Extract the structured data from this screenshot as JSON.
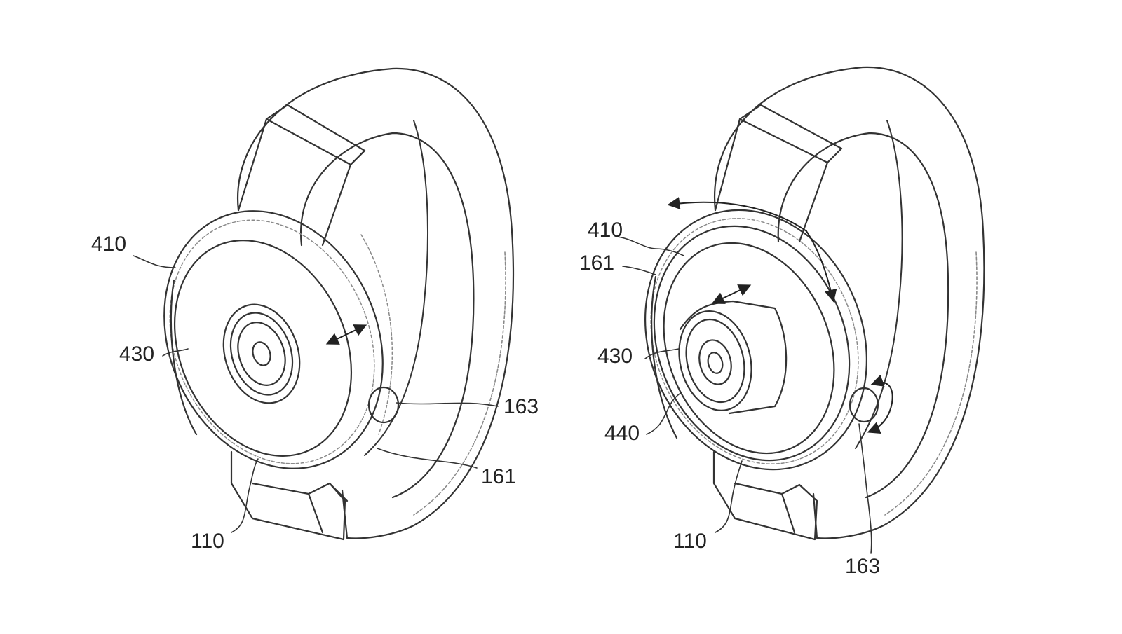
{
  "figure": {
    "left_watch": {
      "labels": {
        "bezel": "410",
        "display": "430",
        "button": "163",
        "housing": "161",
        "body": "110"
      }
    },
    "right_watch": {
      "labels": {
        "bezel": "410",
        "housing": "161",
        "display": "430",
        "camera": "440",
        "body": "110",
        "button": "163"
      }
    }
  },
  "colors": {
    "line": "#333333",
    "dashed": "#8a8a8a",
    "background": "#ffffff"
  }
}
